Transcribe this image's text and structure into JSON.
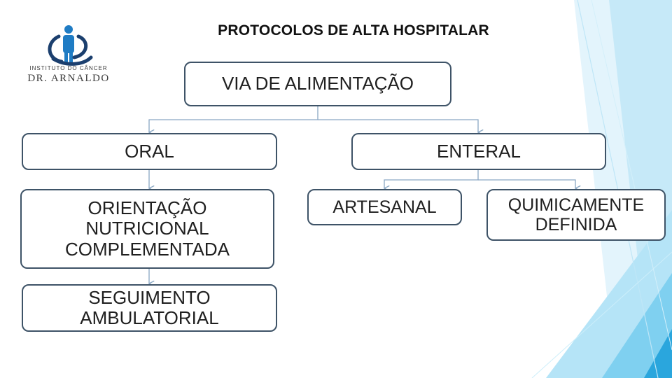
{
  "header": {
    "title": "PROTOCOLOS DE ALTA HOSPITALAR"
  },
  "logo": {
    "line1": "INSTITUTO DO CÂNCER",
    "line2": "DR. ARNALDO",
    "colors": {
      "figure": "#1f7cc4",
      "swoosh": "#1b3f6e",
      "text": "#3a3a3a"
    }
  },
  "nodes": {
    "root": "VIA DE ALIMENTAÇÃO",
    "oral": "ORAL",
    "enteral": "ENTERAL",
    "orientacao": "ORIENTAÇÃO\nNUTRICIONAL\nCOMPLEMENTADA",
    "seguimento": "SEGUIMENTO\nAMBULATORIAL",
    "artesanal": "ARTESANAL",
    "quimicamente": "QUIMICAMENTE\nDEFINIDA"
  },
  "colors": {
    "box_border": "#3e5367",
    "connector": "#8aa7c4",
    "accent_light": "#cfeaf8",
    "accent_mid": "#7fd0f0",
    "accent_dark": "#2aa6dd"
  }
}
